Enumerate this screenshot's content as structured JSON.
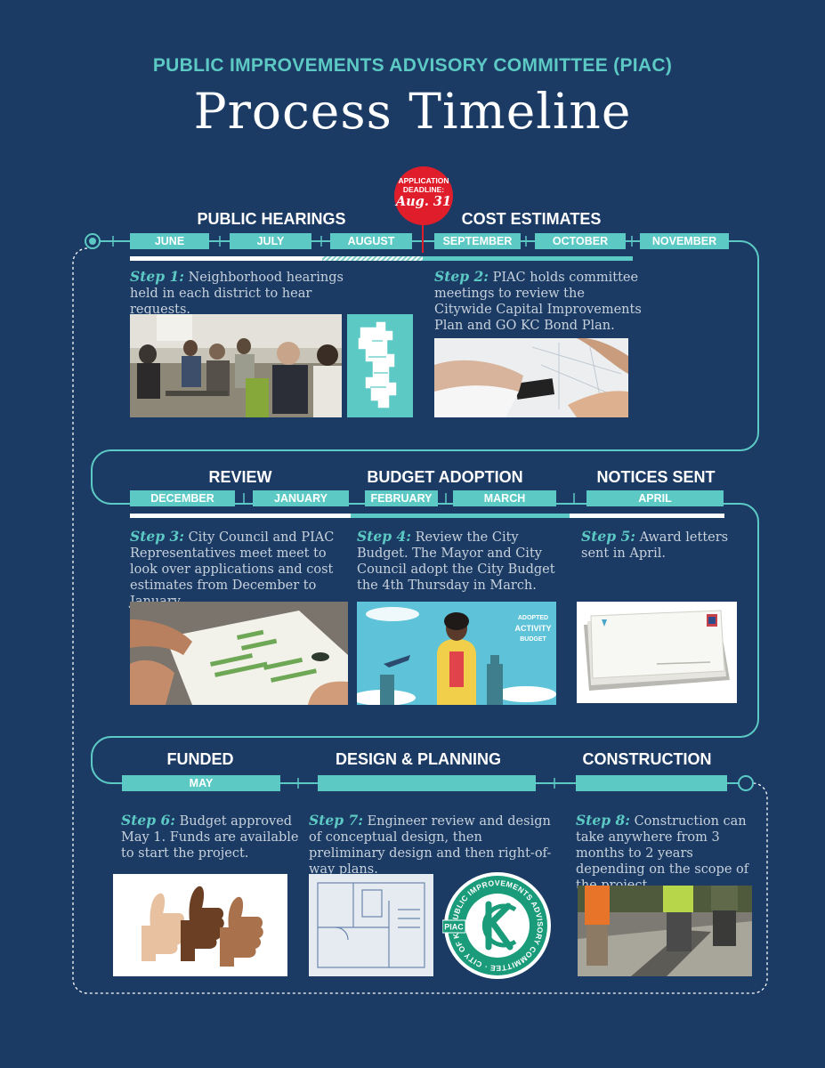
{
  "header": {
    "supertitle": "PUBLIC IMPROVEMENTS ADVISORY COMMITTEE (PIAC)",
    "title": "Process Timeline"
  },
  "deadline": {
    "line1": "APPLICATION",
    "line2": "DEADLINE:",
    "date": "Aug. 31"
  },
  "phases": {
    "public_hearings": "PUBLIC HEARINGS",
    "cost_estimates": "COST ESTIMATES",
    "review": "REVIEW",
    "budget_adoption": "BUDGET ADOPTION",
    "notices_sent": "NOTICES SENT",
    "funded": "FUNDED",
    "design_planning": "DESIGN & PLANNING",
    "construction": "CONSTRUCTION"
  },
  "months": {
    "june": "JUNE",
    "july": "JULY",
    "august": "AUGUST",
    "september": "SEPTEMBER",
    "october": "OCTOBER",
    "november": "NOVEMBER",
    "december": "DECEMBER",
    "january": "JANUARY",
    "february": "FEBRUARY",
    "march": "MARCH",
    "april": "APRIL",
    "may": "MAY"
  },
  "steps": [
    {
      "label": "Step 1:",
      "text": "Neighborhood hearings held in each district to hear requests."
    },
    {
      "label": "Step 2:",
      "text": "PIAC holds committee meetings to review the Citywide Capital Improvements Plan and GO KC Bond Plan."
    },
    {
      "label": "Step 3:",
      "text": "City Council and PIAC Representatives meet meet to look over applications and cost estimates from December to January."
    },
    {
      "label": "Step 4:",
      "text": "Review the City Budget. The Mayor and City Council adopt the City Budget the 4th Thursday in March."
    },
    {
      "label": "Step 5:",
      "text": "Award letters sent in April."
    },
    {
      "label": "Step 6:",
      "text": "Budget approved May 1.  Funds are available to start the project."
    },
    {
      "label": "Step 7:",
      "text": "Engineer review and design of conceptual design, then preliminary design and then right-of-way plans."
    },
    {
      "label": "Step 8:",
      "text": "Construction can take anywhere from 3 months to 2 years depending on the scope of the project."
    }
  ],
  "budget_cover": {
    "line1": "ADOPTED",
    "line2": "ACTIVITY",
    "line3": "BUDGET"
  },
  "seal": {
    "outer_text": "PUBLIC IMPROVEMENTS ADVISORY COMMITTEE · CITY OF KANSAS CITY, MO. ·",
    "badge": "PIAC"
  },
  "colors": {
    "background": "#1b3b64",
    "teal": "#5cc9c4",
    "red": "#e01e2b",
    "white": "#ffffff"
  }
}
